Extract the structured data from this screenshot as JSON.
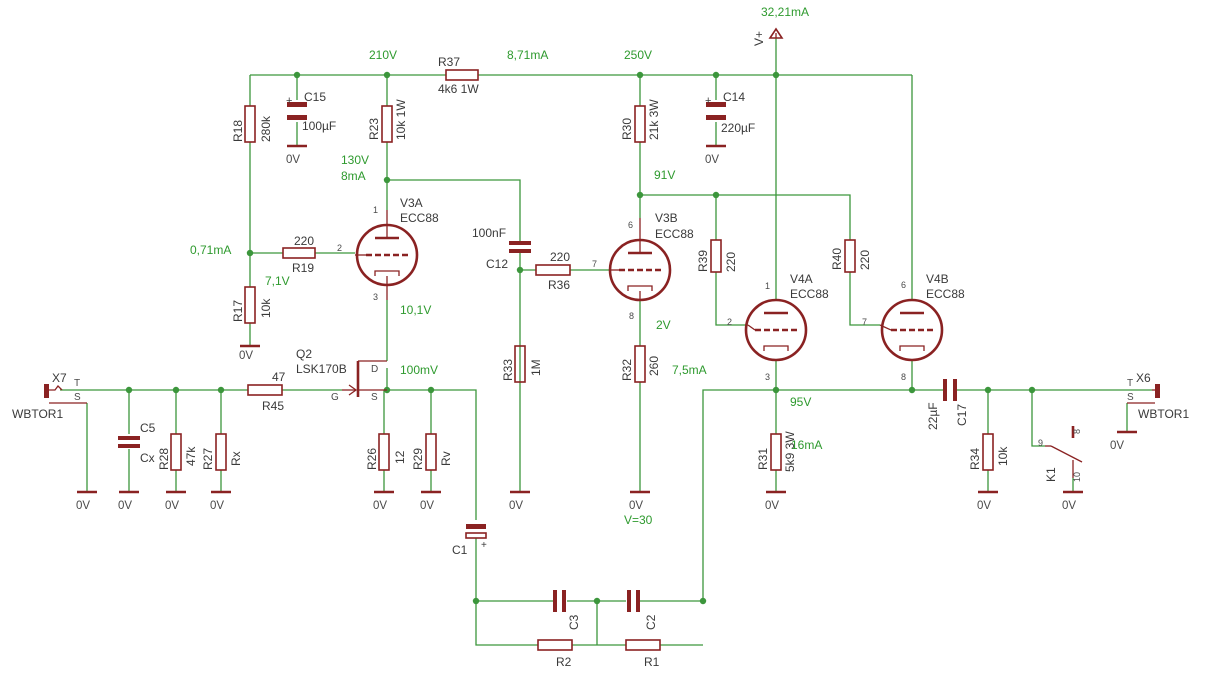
{
  "diagram": {
    "parts": {
      "R37": {
        "name": "R37",
        "value": "4k6 1W"
      },
      "R18": {
        "name": "R18",
        "value": "280k"
      },
      "R23": {
        "name": "R23",
        "value": "10k 1W"
      },
      "R30": {
        "name": "R30",
        "value": "21k 3W"
      },
      "R19": {
        "name": "R19",
        "value": "220"
      },
      "R17": {
        "name": "R17",
        "value": "10k"
      },
      "R36": {
        "name": "R36",
        "value": "220"
      },
      "R33": {
        "name": "R33",
        "value": "1M"
      },
      "R32": {
        "name": "R32",
        "value": "260"
      },
      "R39": {
        "name": "R39",
        "value": "220"
      },
      "R40": {
        "name": "R40",
        "value": "220"
      },
      "R31": {
        "name": "R31",
        "value": "5k9 3W"
      },
      "R34": {
        "name": "R34",
        "value": "10k"
      },
      "R45": {
        "name": "R45",
        "value": "47"
      },
      "R28": {
        "name": "R28",
        "value": "47k"
      },
      "R27": {
        "name": "R27",
        "value": "Rx"
      },
      "R26": {
        "name": "R26",
        "value": "12"
      },
      "R29": {
        "name": "R29",
        "value": "Rv"
      },
      "R2": {
        "name": "R2"
      },
      "R1": {
        "name": "R1"
      },
      "C15": {
        "name": "C15",
        "value": "100µF"
      },
      "C14": {
        "name": "C14",
        "value": "220µF"
      },
      "C12": {
        "name": "C12",
        "value": "100nF"
      },
      "C5": {
        "name": "C5",
        "value": "Cx"
      },
      "C17": {
        "name": "C17",
        "value": "22µF"
      },
      "C1": {
        "name": "C1"
      },
      "C3": {
        "name": "C3"
      },
      "C2": {
        "name": "C2"
      },
      "V3A": {
        "name": "V3A",
        "value": "ECC88"
      },
      "V3B": {
        "name": "V3B",
        "value": "ECC88"
      },
      "V4A": {
        "name": "V4A",
        "value": "ECC88"
      },
      "V4B": {
        "name": "V4B",
        "value": "ECC88"
      },
      "Q2": {
        "name": "Q2",
        "value": "LSK170B"
      },
      "X7": {
        "name": "X7",
        "value": "WBTOR1"
      },
      "X6": {
        "name": "X6",
        "value": "WBTOR1"
      },
      "K1": {
        "name": "K1"
      },
      "supply": {
        "name": "V+"
      }
    },
    "nets": {
      "v_210": "210V",
      "i_871": "8,71mA",
      "v_250": "250V",
      "i_3221": "32,21mA",
      "v_130": "130V",
      "i_8": "8mA",
      "v_91": "91V",
      "i_071": "0,71mA",
      "v_71": "7,1V",
      "v_101": "10,1V",
      "v_100m": "100mV",
      "v_2": "2V",
      "i_75": "7,5mA",
      "v_95": "95V",
      "i_16": "16mA",
      "v_30": "V=30"
    },
    "ground_label": "0V",
    "pins": {
      "T": "T",
      "S": "S",
      "G": "G",
      "D": "D",
      "n1": "1",
      "n2": "2",
      "n3": "3",
      "n6": "6",
      "n7": "7",
      "n8": "8",
      "n9": "9",
      "n10": "10"
    },
    "colors": {
      "wire": "#3c963c",
      "part": "#8a2222",
      "text": "#3a3a3a",
      "net_label": "#2e9a2e"
    }
  }
}
